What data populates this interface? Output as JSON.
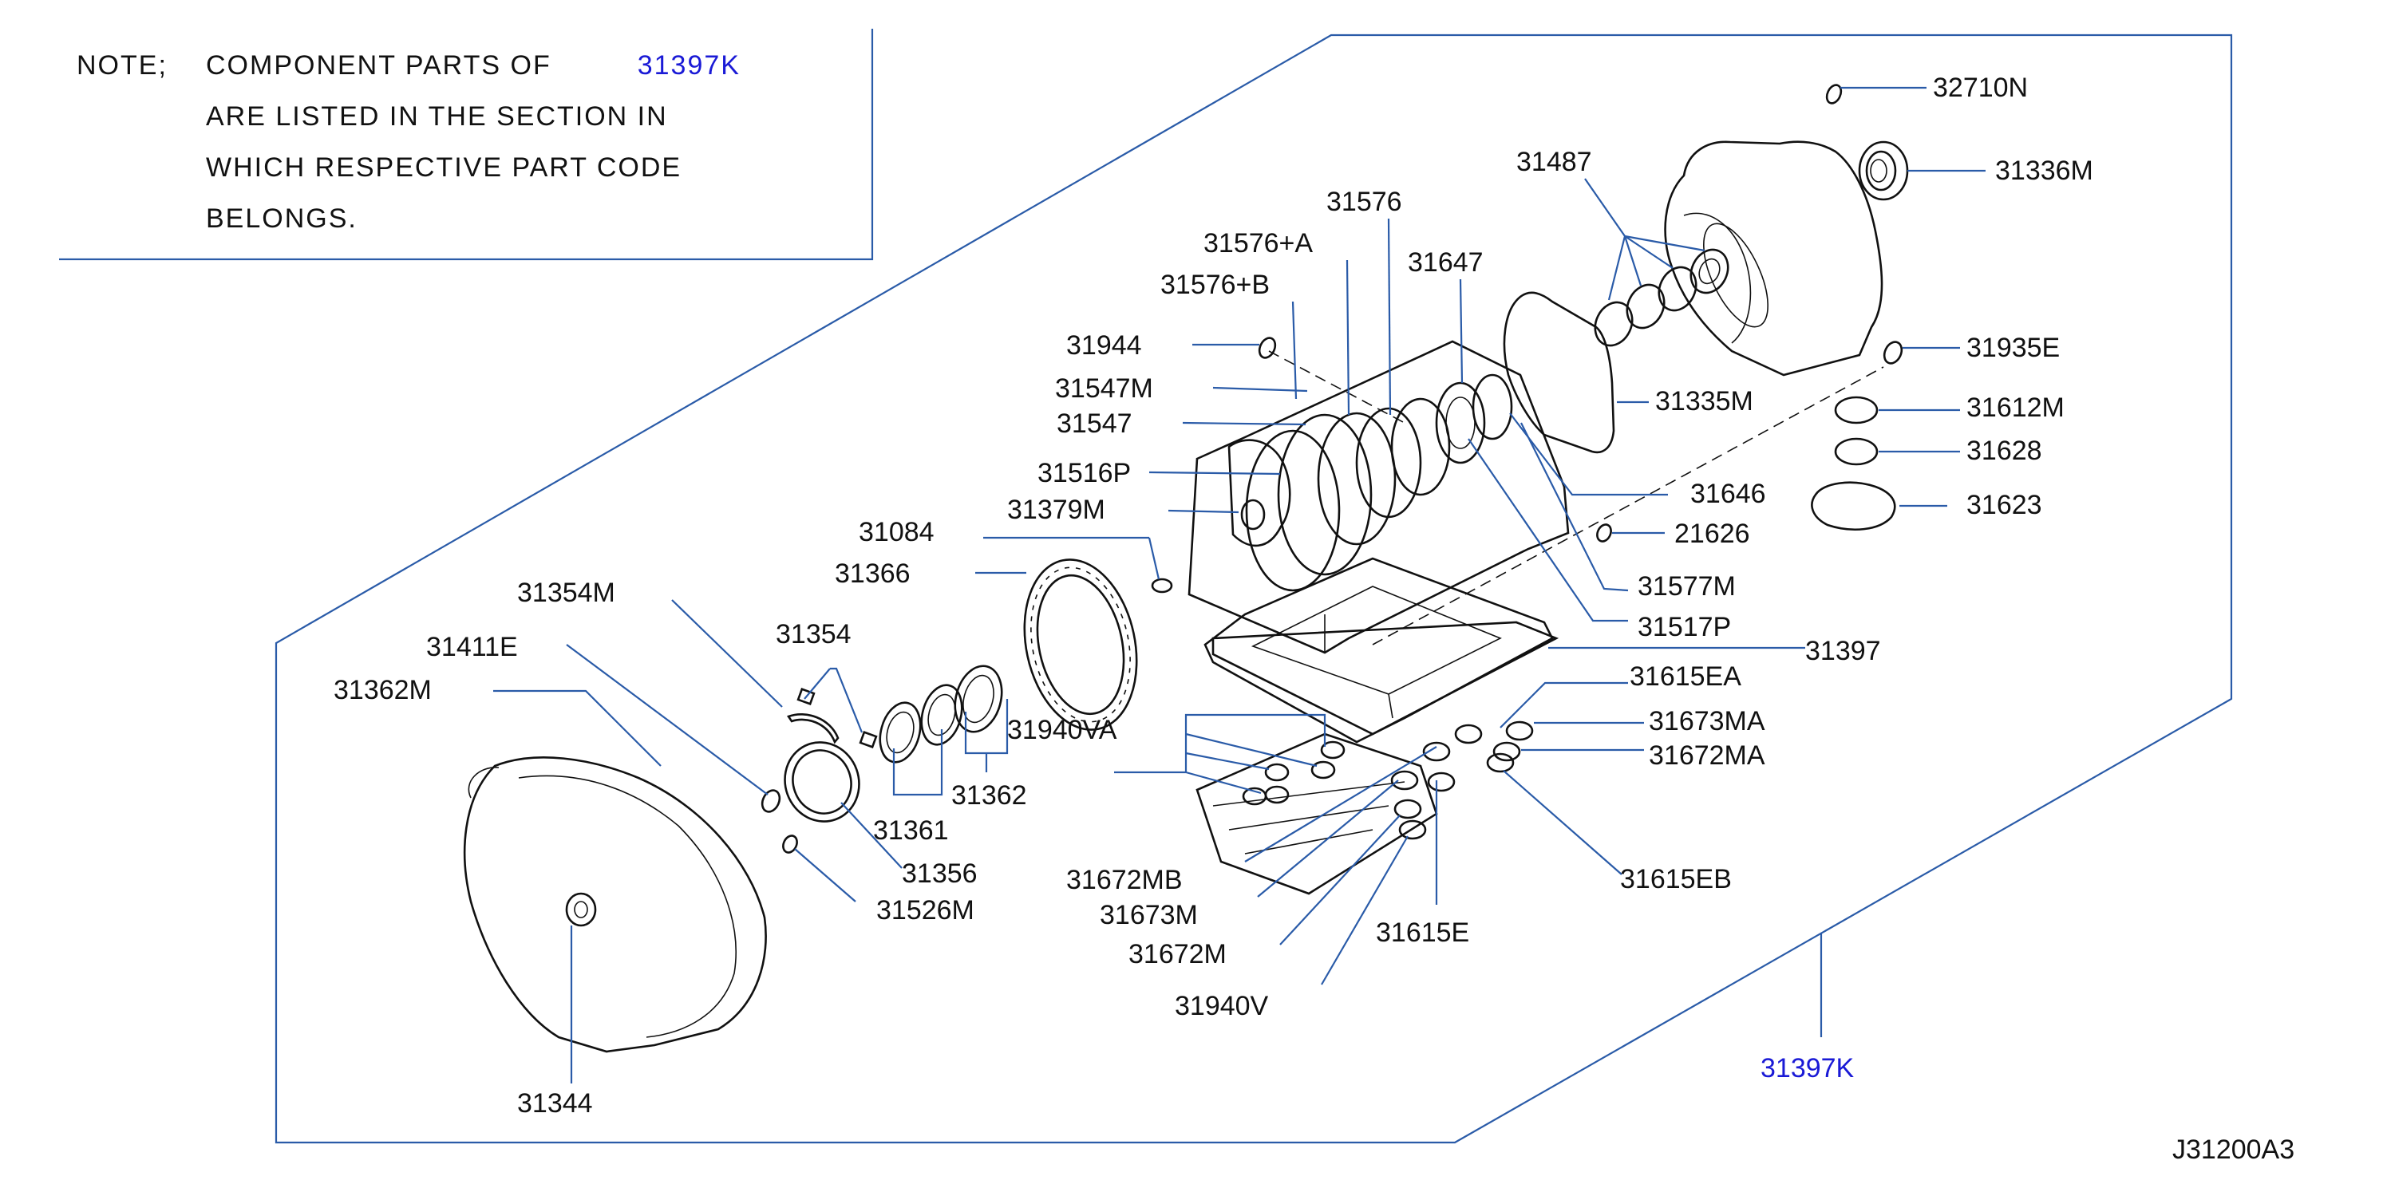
{
  "note": {
    "head": "NOTE;",
    "line1": "COMPONENT PARTS OF",
    "ref": "31397K",
    "line2": "ARE LISTED IN THE SECTION IN",
    "line3": "WHICH RESPECTIVE PART CODE",
    "line4": "BELONGS."
  },
  "assembly_label": "31397K",
  "diagram_code": "J31200A3",
  "parts": {
    "p32710N": "32710N",
    "p31336M": "31336M",
    "p31487": "31487",
    "p31576": "31576",
    "p31576A": "31576+A",
    "p31576B": "31576+B",
    "p31647": "31647",
    "p31944": "31944",
    "p31935E": "31935E",
    "p31547M": "31547M",
    "p31547": "31547",
    "p31335M": "31335M",
    "p31612M": "31612M",
    "p31628": "31628",
    "p31516P": "31516P",
    "p31646": "31646",
    "p31623": "31623",
    "p31379M": "31379M",
    "p21626": "21626",
    "p31084": "31084",
    "p31366": "31366",
    "p31577M": "31577M",
    "p31354M": "31354M",
    "p31517P": "31517P",
    "p31354": "31354",
    "p31397": "31397",
    "p31411E": "31411E",
    "p31615EA": "31615EA",
    "p31362M": "31362M",
    "p31673MA": "31673MA",
    "p31940VA": "31940VA",
    "p31672MA": "31672MA",
    "p31362": "31362",
    "p31361": "31361",
    "p31356": "31356",
    "p31672MB": "31672MB",
    "p31615EB": "31615EB",
    "p31526M": "31526M",
    "p31673M": "31673M",
    "p31615E": "31615E",
    "p31672M": "31672M",
    "p31940V": "31940V",
    "p31344": "31344"
  }
}
